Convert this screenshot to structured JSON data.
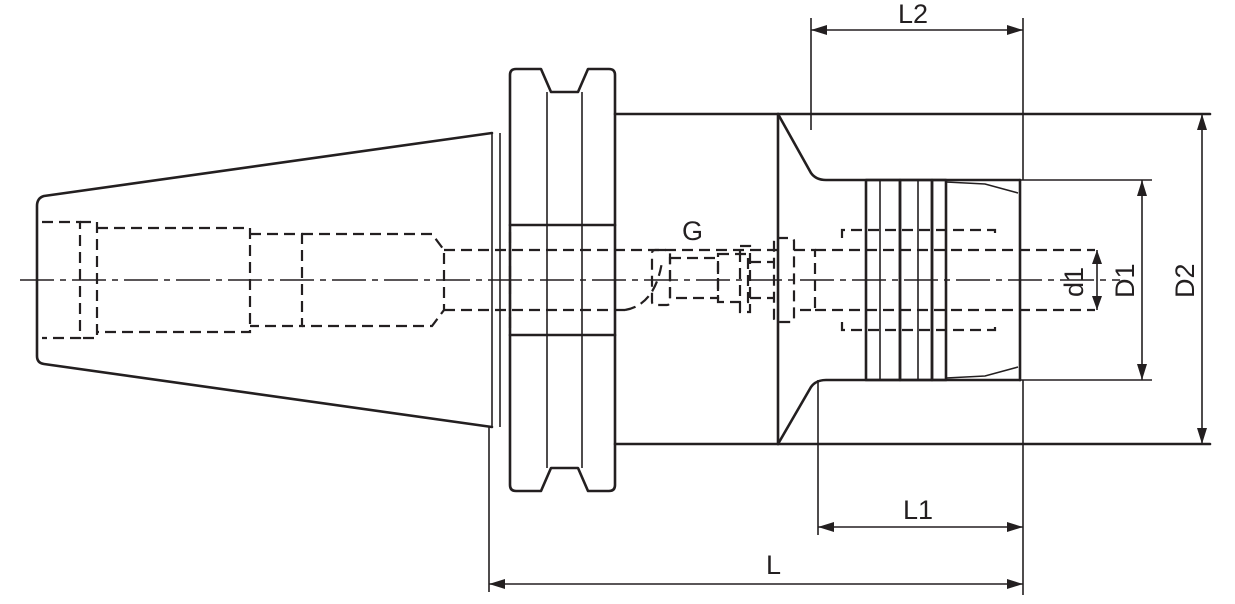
{
  "labels": {
    "L": "L",
    "L1": "L1",
    "L2": "L2",
    "G": "G",
    "d1": "d1",
    "D1": "D1",
    "D2": "D2"
  }
}
